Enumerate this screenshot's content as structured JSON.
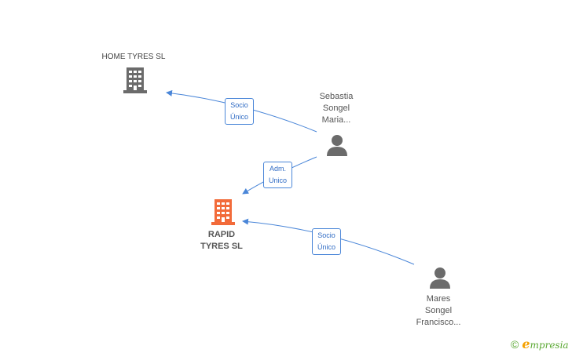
{
  "nodes": {
    "home_tyres": {
      "label": "HOME TYRES  SL"
    },
    "sebastia": {
      "label": "Sebastia\nSongel\nMaria..."
    },
    "rapid_tyres": {
      "label": "RAPID\nTYRES SL"
    },
    "mares": {
      "label": "Mares\nSongel\nFrancisco..."
    }
  },
  "edges": {
    "sebastia_to_home": {
      "label": "Socio\nÚnico"
    },
    "sebastia_to_rapid": {
      "label": "Adm.\nUnico"
    },
    "mares_to_rapid": {
      "label": "Socio\nÚnico"
    }
  },
  "brand": {
    "copyright": "©",
    "first_letter": "e",
    "name": "mpresia"
  },
  "colors": {
    "edge": "#4a86d8",
    "company_icon": "#6b6b6b",
    "focus_company_icon": "#f26b3a",
    "person_icon": "#6b6b6b"
  }
}
